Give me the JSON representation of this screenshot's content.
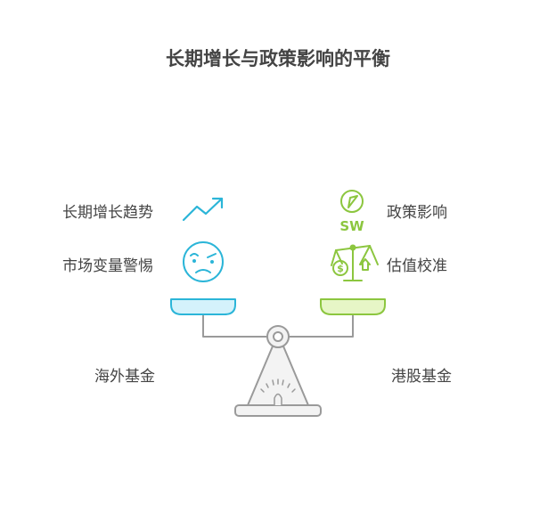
{
  "title": "长期增长与政策影响的平衡",
  "left": {
    "items": [
      {
        "label": "长期增长趋势",
        "icon": "trending-up-icon"
      },
      {
        "label": "市场变量警惕",
        "icon": "worried-face-icon"
      }
    ],
    "pan_label": "海外基金",
    "color": "#2bb5d8",
    "fill": "#d4f2fb"
  },
  "right": {
    "items": [
      {
        "label": "政策影响",
        "icon": "compass-sw-icon"
      },
      {
        "label": "估值校准",
        "icon": "balance-scale-icon"
      }
    ],
    "pan_label": "港股基金",
    "color": "#8cc63f",
    "fill": "#e6f6c6"
  },
  "compass_text": "SW"
}
